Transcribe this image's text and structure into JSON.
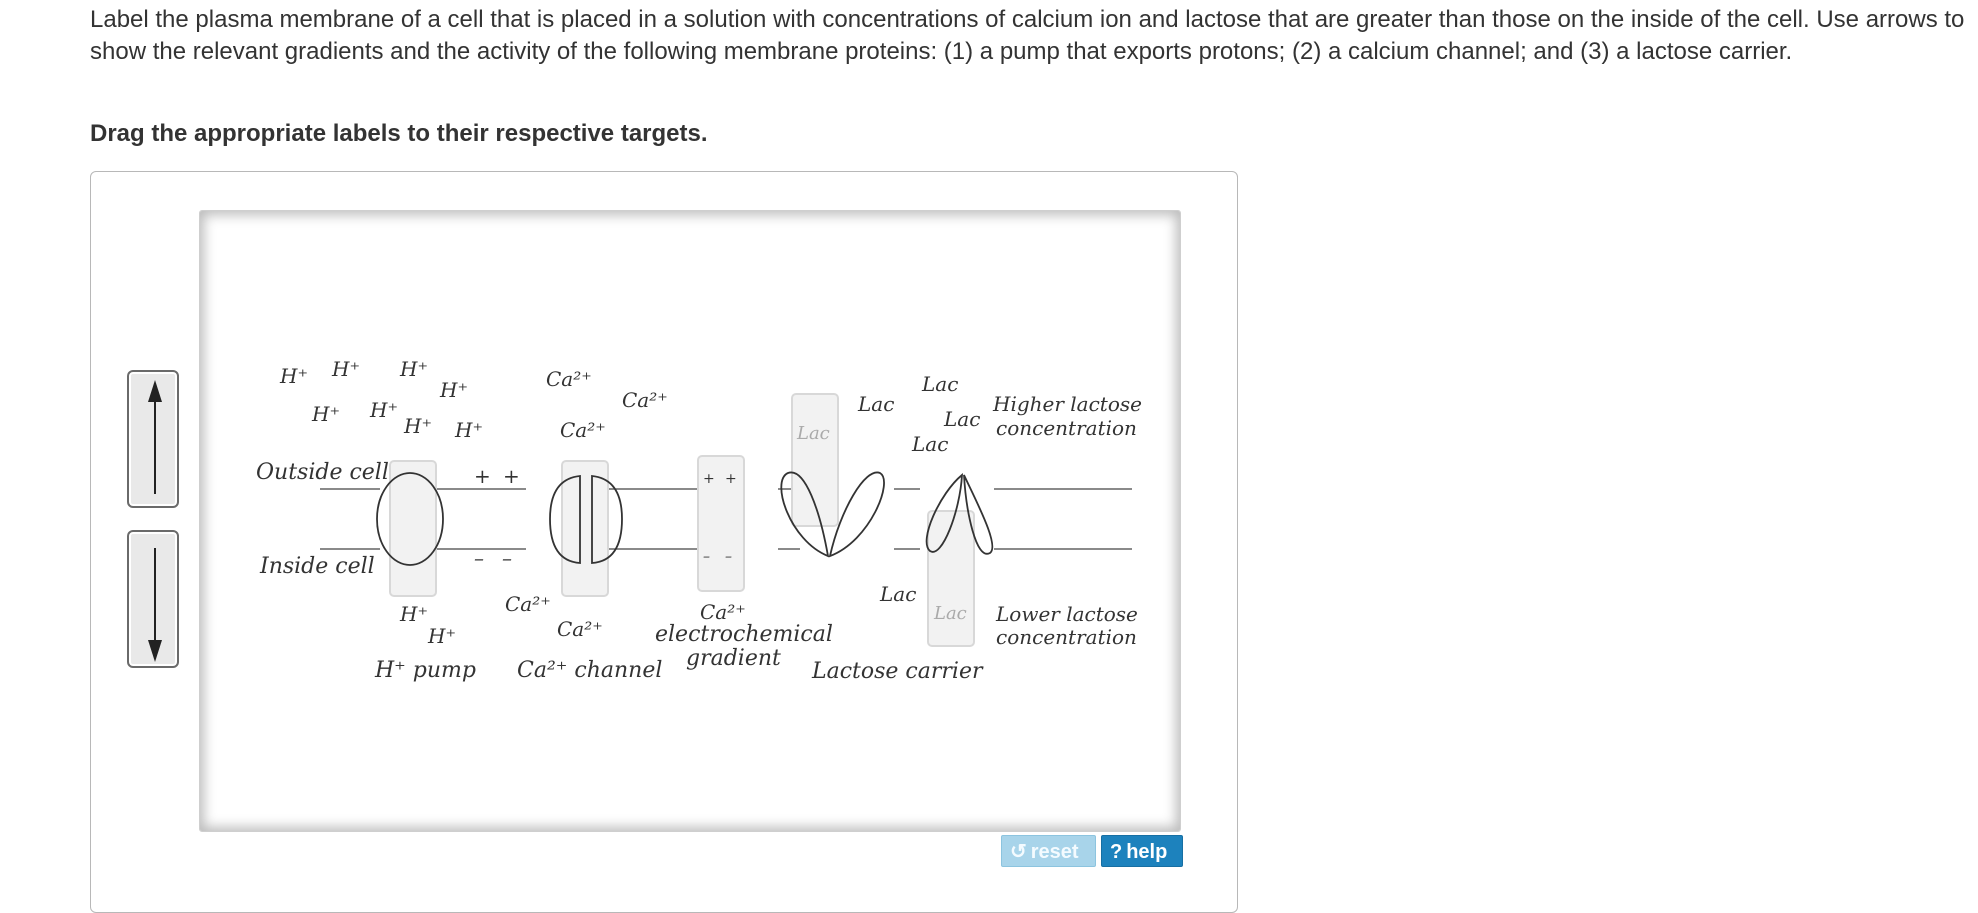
{
  "instructions": "Label the plasma membrane of a cell that is placed in a solution with concentrations of calcium ion and lactose that are greater than those on the inside of the cell. Use arrows to show the relevant gradients and the activity of the following membrane proteins: (1) a pump that exports protons; (2) a calcium channel; and (3) a lactose carrier.",
  "drag_prompt": "Drag the appropriate labels to their respective targets.",
  "labels": [
    {
      "name": "arrow-up-label",
      "icon": "arrow-up-icon"
    },
    {
      "name": "arrow-down-label",
      "icon": "arrow-down-icon"
    }
  ],
  "figure": {
    "h": "H⁺",
    "ca": "Ca²⁺",
    "lac": "Lac",
    "plus": "+",
    "minus": "–",
    "outside": "Outside cell",
    "inside": "Inside cell",
    "pump_label": "H⁺ pump",
    "channel_label": "Ca²⁺ channel",
    "gradient_line1": "electrochemical",
    "gradient_line2": "gradient",
    "carrier_label": "Lactose carrier",
    "higher_line1": "Higher lactose",
    "higher_line2": "concentration",
    "lower_line1": "Lower lactose",
    "lower_line2": "concentration"
  },
  "buttons": {
    "reset_icon": "↺",
    "reset": "reset",
    "help_icon": "?",
    "help": "help"
  }
}
